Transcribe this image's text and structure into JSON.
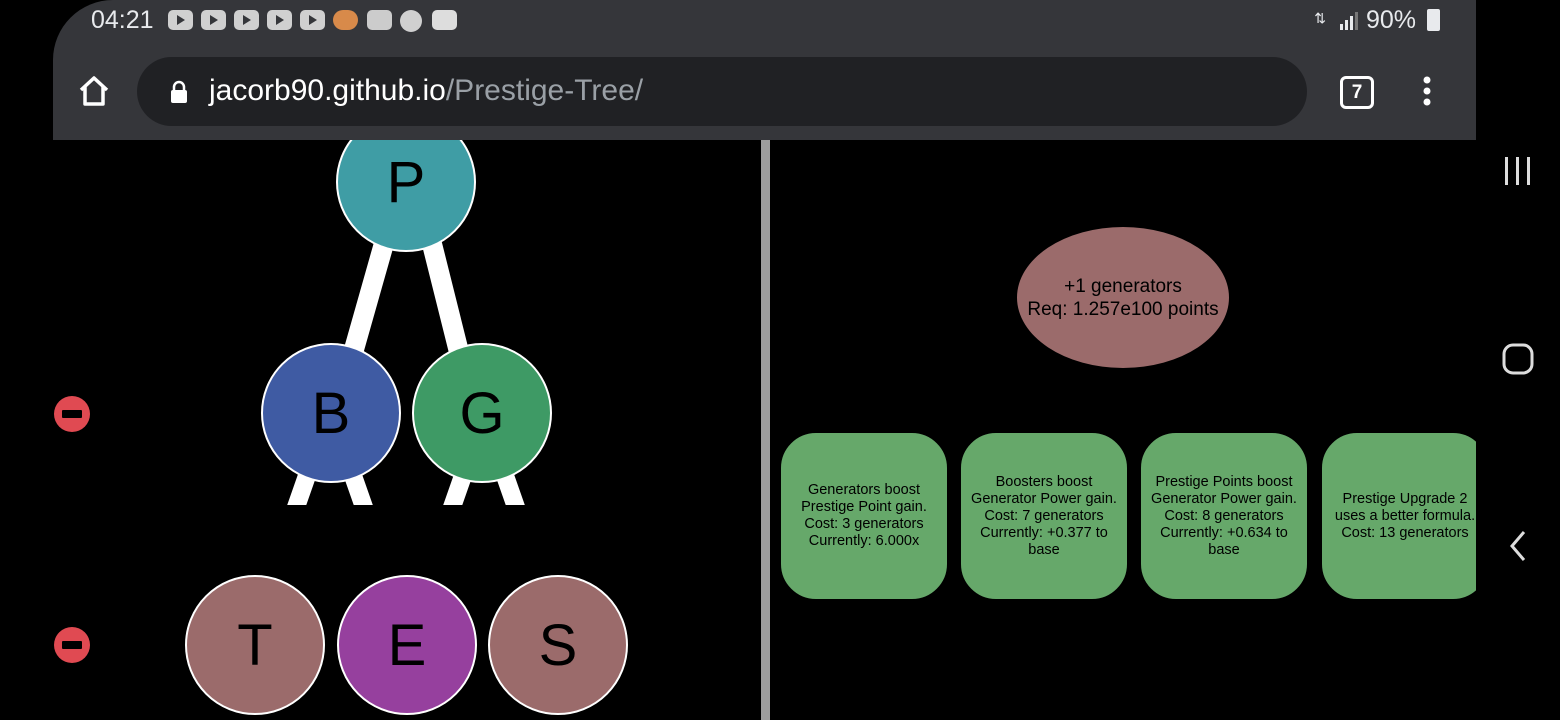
{
  "status": {
    "time": "04:21",
    "battery": "90%",
    "notification_icons": [
      "youtube-icon",
      "youtube-icon",
      "youtube-icon",
      "youtube-icon",
      "youtube-icon",
      "app-icon",
      "image-icon",
      "ball-icon",
      "m-icon"
    ]
  },
  "browser": {
    "url_host": "jacorb90.github.io",
    "url_path": "/Prestige-Tree/",
    "tab_count": "7"
  },
  "tree": {
    "row1": [
      {
        "letter": "P",
        "color": "#3f9da5"
      }
    ],
    "row2": [
      {
        "letter": "B",
        "color": "#3f5ba3"
      },
      {
        "letter": "G",
        "color": "#3e9a65"
      }
    ],
    "row3": [
      {
        "letter": "T",
        "color": "#9b6b6b"
      },
      {
        "letter": "E",
        "color": "#96409e"
      },
      {
        "letter": "S",
        "color": "#9b6b6b"
      }
    ]
  },
  "milestone": {
    "line1": "+1 generators",
    "line2": "Req: 1.257e100 points"
  },
  "upgrades": [
    {
      "lines": [
        "Generators boost",
        "Prestige Point gain.",
        "Cost: 3 generators",
        "Currently: 6.000x"
      ]
    },
    {
      "lines": [
        "Boosters boost",
        "Generator Power gain.",
        "Cost: 7 generators",
        "Currently: +0.377 to",
        "base"
      ]
    },
    {
      "lines": [
        "Prestige Points boost",
        "Generator Power gain.",
        "Cost: 8 generators",
        "Currently: +0.634 to",
        "base"
      ]
    },
    {
      "lines": [
        "Prestige Upgrade 2",
        "uses a better formula.",
        "Cost: 13 generators"
      ]
    }
  ],
  "colors": {
    "upgrade_bg": "#66a86a",
    "milestone_bg": "#9b6b6b",
    "minus": "#e04a52"
  }
}
